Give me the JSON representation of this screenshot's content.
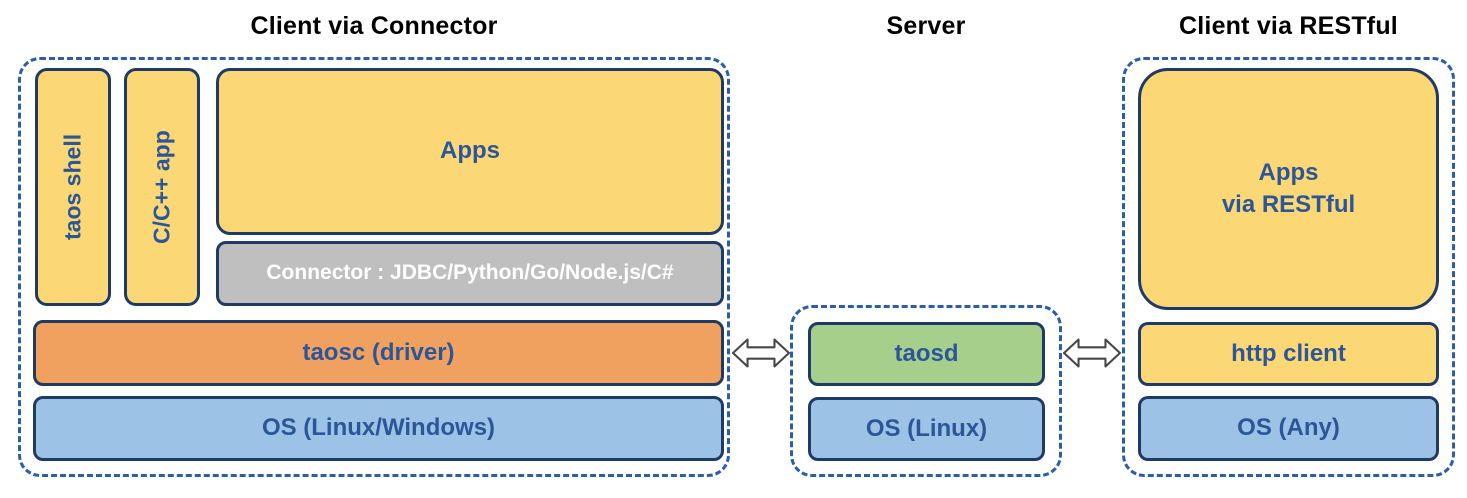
{
  "titles": {
    "connector_client": "Client via Connector",
    "server": "Server",
    "restful_client": "Client via RESTful"
  },
  "connector_client_group": {
    "taos_shell_label": "taos shell",
    "c_cpp_app_label": "C/C++ app",
    "apps_label": "Apps",
    "connector_label": "Connector : JDBC/Python/Go/Node.js/C#",
    "taosc_label": "taosc (driver)",
    "os_label": "OS (Linux/Windows)"
  },
  "server_group": {
    "taosd_label": "taosd",
    "os_label": "OS (Linux)"
  },
  "restful_client_group": {
    "apps_label": "Apps\nvia RESTful",
    "http_client_label": "http client",
    "os_label": "OS (Any)"
  },
  "icons": {
    "left_arrow": "double-arrow-icon",
    "right_arrow": "double-arrow-icon"
  },
  "colors": {
    "yellow": "#FBD875",
    "gray": "#BFBFBF",
    "orange": "#F0A160",
    "blue": "#9CC3E5",
    "green": "#A6CF8C",
    "dashed_border": "#2D5DA8",
    "box_border": "#203A66",
    "text_dark_blue": "#2D5699",
    "connector_text": "#FFFFFF",
    "arrow_stroke": "#464646",
    "arrow_fill": "#FFFFFF"
  }
}
